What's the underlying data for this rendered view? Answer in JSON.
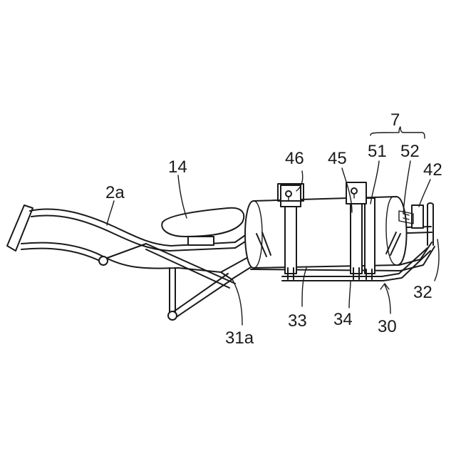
{
  "labels": {
    "l7": "7",
    "l46": "46",
    "l45": "45",
    "l51": "51",
    "l52": "52",
    "l42": "42",
    "l14": "14",
    "l2a": "2a",
    "l31a": "31a",
    "l33": "33",
    "l34": "34",
    "l30": "30",
    "l32": "32"
  }
}
